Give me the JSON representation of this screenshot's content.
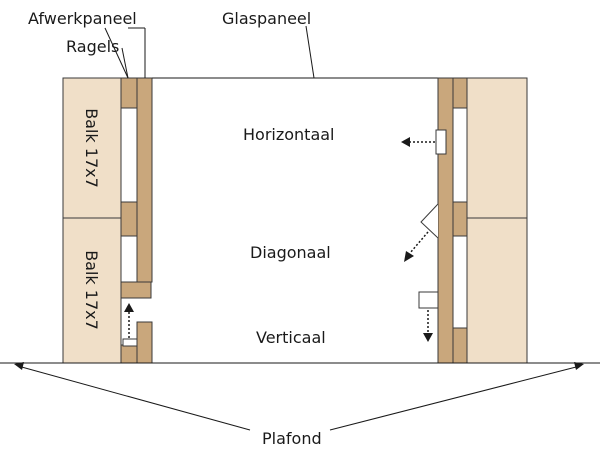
{
  "labels": {
    "afwerkpaneel": "Afwerkpaneel",
    "ragels": "Ragels",
    "glaspaneel": "Glaspaneel",
    "balk_top": "Balk 17x7",
    "balk_bottom": "Balk 17x7",
    "horizontaal": "Horizontaal",
    "diagonaal": "Diagonaal",
    "verticaal": "Verticaal",
    "plafond": "Plafond"
  },
  "colors": {
    "beam": "#f0dfc8",
    "wood": "#c9a77c",
    "outline": "#3a3a3a"
  }
}
